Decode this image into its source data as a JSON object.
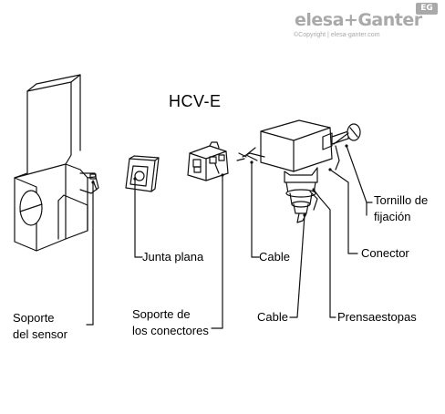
{
  "brand": {
    "logo": "elesa+Ganter",
    "badge": "EG",
    "copyright": "©Copyright | elesa-ganter.com"
  },
  "title": "HCV-E",
  "labels": {
    "tornillo_line1": "Tornillo de",
    "tornillo_line2": "fijación",
    "conector": "Conector",
    "junta": "Junta plana",
    "cable_upper": "Cable",
    "cable_lower": "Cable",
    "prensaestopas": "Prensaestopas",
    "soporte_sensor_line1": "Soporte",
    "soporte_sensor_line2": "del sensor",
    "soporte_conectores_line1": "Soporte de",
    "soporte_conectores_line2": "los conectores"
  }
}
